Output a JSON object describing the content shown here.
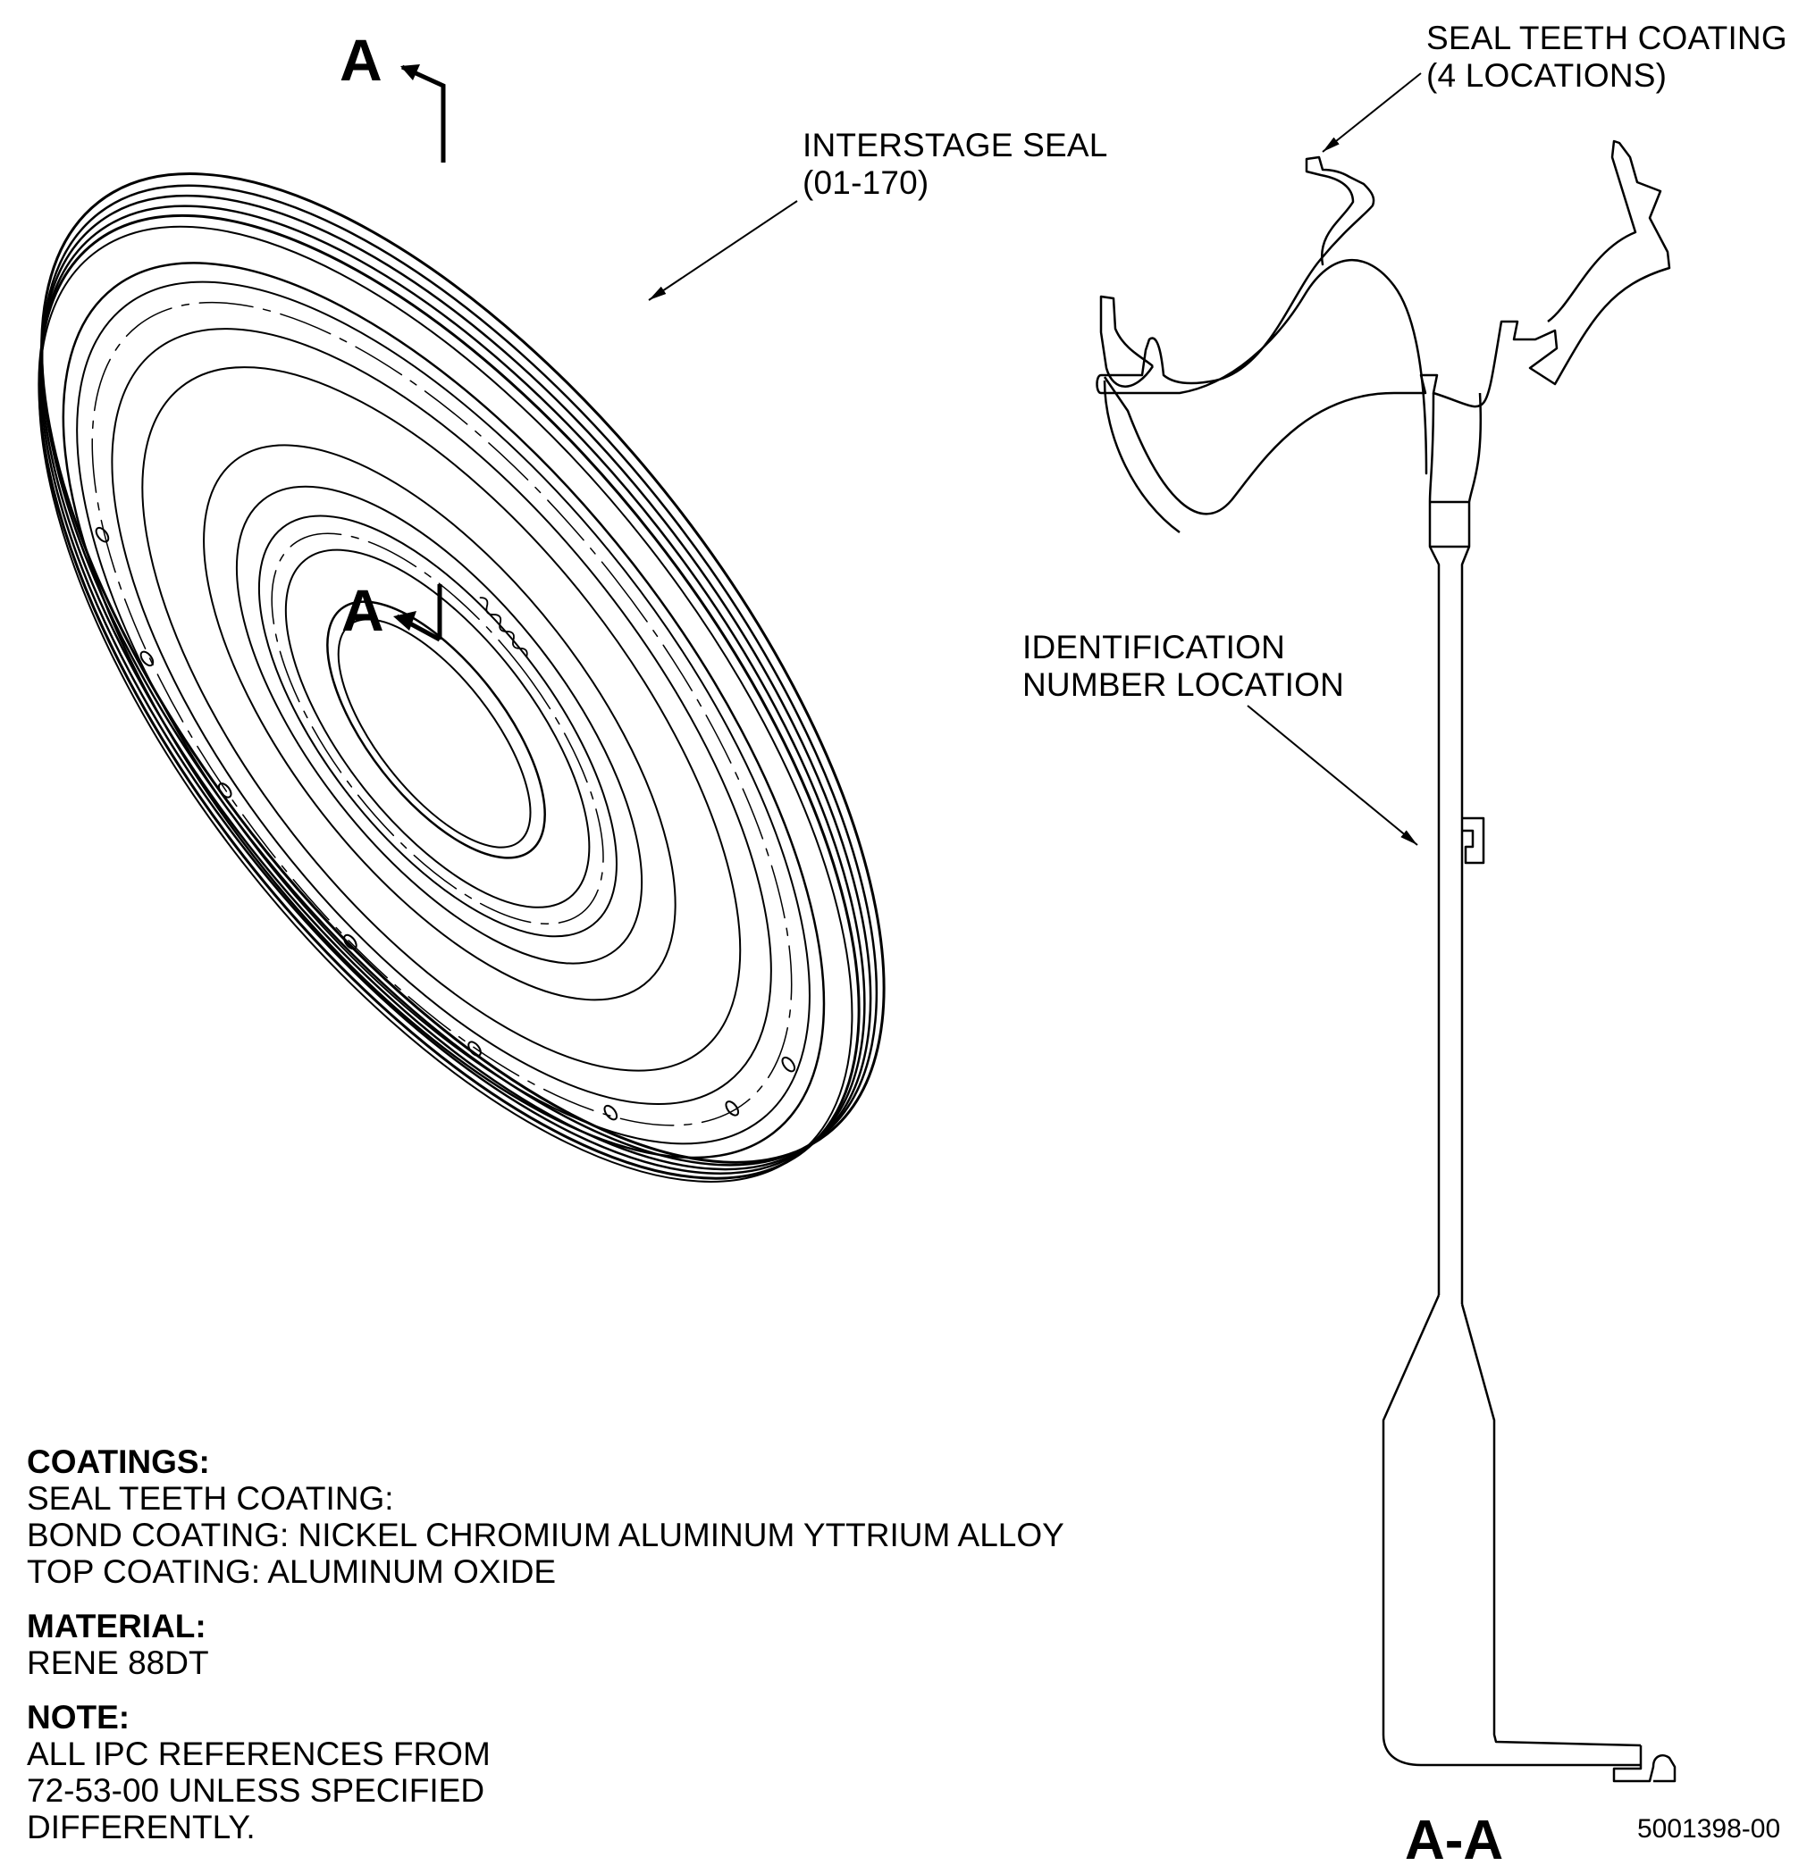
{
  "section_marker": "A",
  "labels": {
    "interstage_seal_l1": "INTERSTAGE SEAL",
    "interstage_seal_l2": "(01-170)",
    "seal_teeth_l1": "SEAL TEETH COATING",
    "seal_teeth_l2": "(4 LOCATIONS)",
    "ident_l1": "IDENTIFICATION",
    "ident_l2": "NUMBER LOCATION"
  },
  "section_view_label": "A-A",
  "figure_number": "5001398-00",
  "notes": {
    "coatings_header": "COATINGS:",
    "coatings_lines": [
      "SEAL TEETH COATING:",
      "BOND COATING: NICKEL CHROMIUM ALUMINUM YTTRIUM ALLOY",
      "TOP COATING: ALUMINUM OXIDE"
    ],
    "material_header": "MATERIAL:",
    "material_lines": [
      "RENE 88DT"
    ],
    "note_header": "NOTE:",
    "note_lines": [
      "ALL IPC REFERENCES FROM",
      "72-53-00 UNLESS SPECIFIED",
      "DIFFERENTLY."
    ]
  }
}
